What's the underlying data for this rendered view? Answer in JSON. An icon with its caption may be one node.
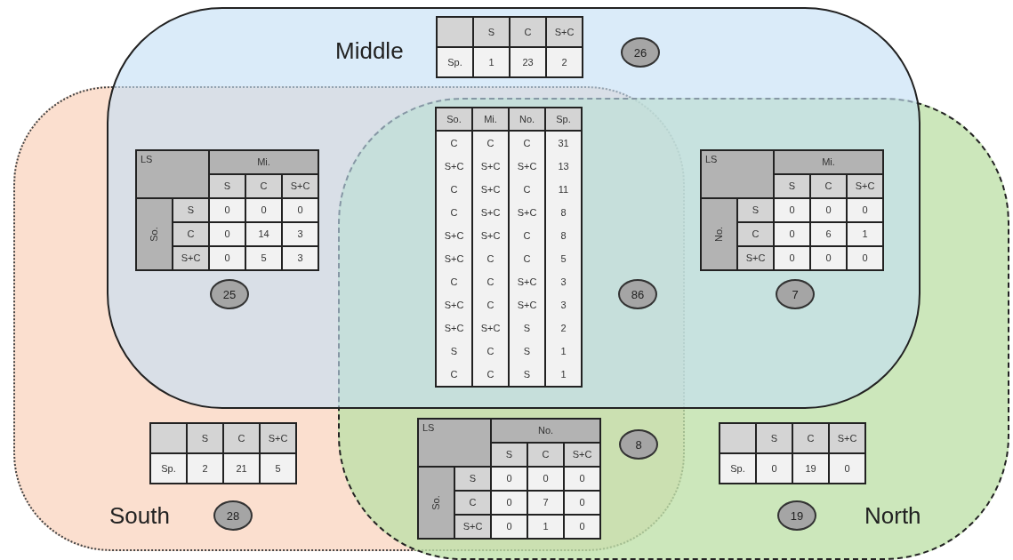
{
  "diagram": {
    "nodes": [
      {
        "text": [
          "Middle"
        ]
      },
      {
        "text": [
          "South"
        ]
      },
      {
        "text": [
          "North"
        ]
      },
      {
        "text": [
          "26"
        ],
        "in": 0
      },
      {
        "text": [
          "25"
        ]
      },
      {
        "text": [
          "86"
        ]
      },
      {
        "text": [
          "7"
        ]
      },
      {
        "text": [
          "8"
        ]
      },
      {
        "text": [
          "28"
        ],
        "in": 1
      },
      {
        "text": [
          "19"
        ],
        "in": 2
      }
    ],
    "edges": [],
    "labels": [
      "S",
      "C",
      "S+C",
      "Sp.",
      "1",
      "23",
      "2",
      "LS",
      "Mi.",
      "S",
      "C",
      "S+C",
      "So.",
      "S",
      "0",
      "0",
      "0",
      "C",
      "0",
      "14",
      "3",
      "S+C",
      "0",
      "5",
      "3",
      "So.",
      "Mi.",
      "No.",
      "Sp.",
      "C",
      "C",
      "C",
      "31",
      "S+C",
      "S+C",
      "S+C",
      "13",
      "C",
      "S+C",
      "C",
      "11",
      "C",
      "S+C",
      "S+C",
      "8",
      "S+C",
      "S+C",
      "C",
      "8",
      "S+C",
      "C",
      "C",
      "5",
      "C",
      "C",
      "S+C",
      "3",
      "S+C",
      "C",
      "S+C",
      "3",
      "S+C",
      "S+C",
      "S",
      "2",
      "S",
      "C",
      "S",
      "1",
      "C",
      "C",
      "S",
      "1",
      "LS",
      "Mi.",
      "S",
      "C",
      "S+C",
      "No.",
      "S",
      "0",
      "0",
      "0",
      "C",
      "0",
      "6",
      "1",
      "S+C",
      "0",
      "0",
      "0",
      "S",
      "C",
      "S+C",
      "Sp.",
      "2",
      "21",
      "5",
      "LS",
      "No.",
      "S",
      "C",
      "S+C",
      "So.",
      "S",
      "0",
      "0",
      "0",
      "C",
      "0",
      "7",
      "0",
      "S+C",
      "0",
      "1",
      "0",
      "S",
      "C",
      "S+C",
      "Sp.",
      "0",
      "19",
      "0"
    ]
  }
}
